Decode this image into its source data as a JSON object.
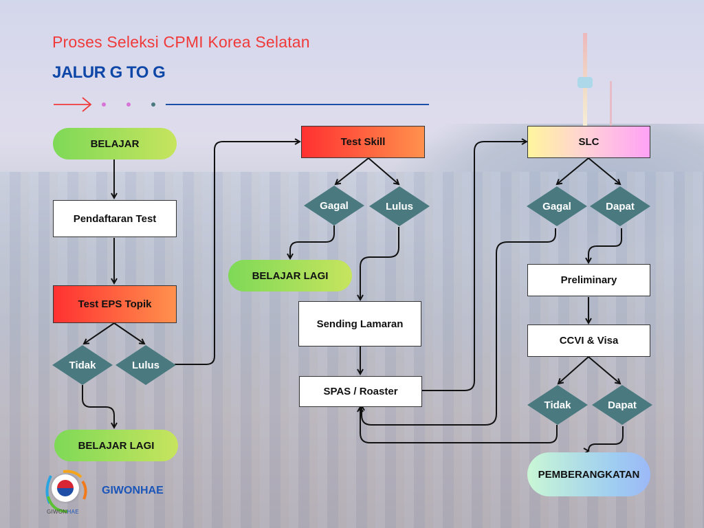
{
  "header": {
    "subtitle": "Proses Seleksi CPMI Korea Selatan",
    "title": "JALUR G TO G"
  },
  "colors": {
    "subtitle": "#f03a3a",
    "title": "#0e47a7",
    "decision": "#4a7a80",
    "connector": "#111111",
    "start_gradient": [
      "#7ed957",
      "#c7e45e"
    ],
    "test_gradient": [
      "#ff3131",
      "#ff914d"
    ],
    "slc_gradient": [
      "#fff59d",
      "#ffa2f5"
    ],
    "end_gradient": [
      "#c9f7d5",
      "#9bb8f7"
    ]
  },
  "flow": {
    "col1": {
      "start": "BELAJAR",
      "register": "Pendaftaran Test",
      "test": "Test EPS Topik",
      "fail": "Tidak",
      "pass": "Lulus",
      "retry": "BELAJAR LAGI"
    },
    "col2": {
      "test": "Test Skill",
      "fail": "Gagal",
      "pass": "Lulus",
      "retry": "BELAJAR LAGI",
      "apply": "Sending Lamaran",
      "roster": "SPAS / Roaster"
    },
    "col3": {
      "slc": "SLC",
      "fail": "Gagal",
      "pass": "Dapat",
      "preliminary": "Preliminary",
      "visa": "CCVI & Visa",
      "visa_fail": "Tidak",
      "visa_pass": "Dapat",
      "end": "PEMBERANGKATAN"
    }
  },
  "brand": {
    "name": "GIWONHAE",
    "logo_text_a": "GIWON",
    "logo_text_b": "HAE"
  }
}
